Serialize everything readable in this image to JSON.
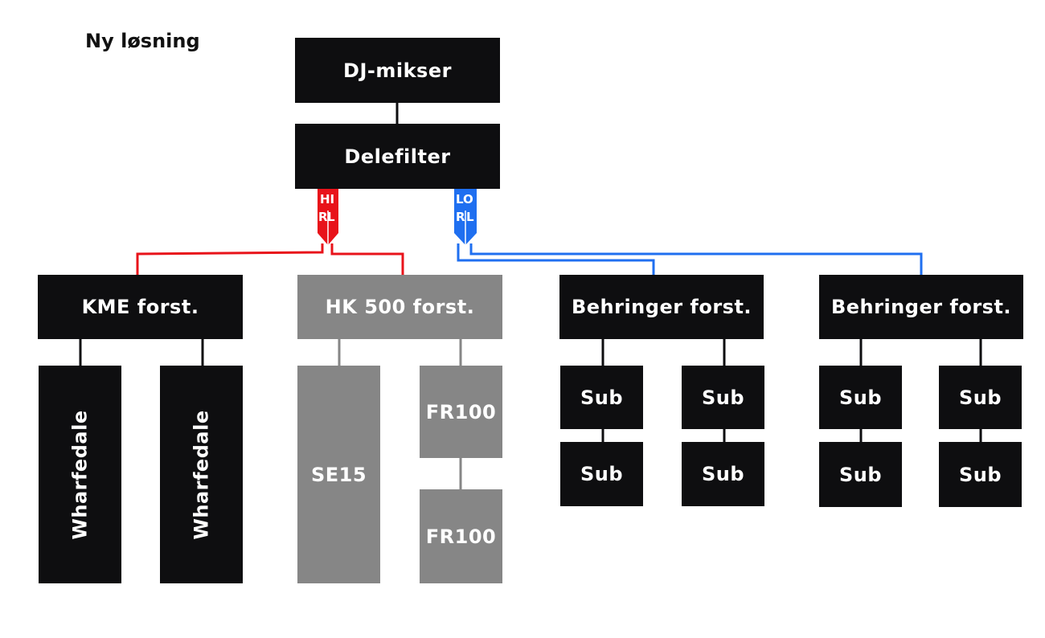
{
  "title": "Ny løsning",
  "dj_mixer": "DJ-mikser",
  "crossover": "Delefilter",
  "crossover_outputs": {
    "hi": {
      "label": "HI",
      "r": "R",
      "l": "L",
      "color": "#e8131a"
    },
    "lo": {
      "label": "LO",
      "r": "R",
      "l": "L",
      "color": "#1f6ff0"
    }
  },
  "amplifiers": {
    "kme": "KME forst.",
    "hk500": "HK 500 forst.",
    "behringer_1": "Behringer forst.",
    "behringer_2": "Behringer forst."
  },
  "speakers": {
    "wharfedale_1": "Wharfedale",
    "wharfedale_2": "Wharfedale",
    "se15": "SE15",
    "fr100_1": "FR100",
    "fr100_2": "FR100",
    "subs": [
      "Sub",
      "Sub",
      "Sub",
      "Sub",
      "Sub",
      "Sub",
      "Sub",
      "Sub"
    ]
  },
  "colors": {
    "box_dark": "#0e0e10",
    "box_grey": "#868686",
    "line_dark": "#0e0e10",
    "line_grey": "#868686",
    "hi_red": "#e8131a",
    "lo_blue": "#1f6ff0"
  }
}
